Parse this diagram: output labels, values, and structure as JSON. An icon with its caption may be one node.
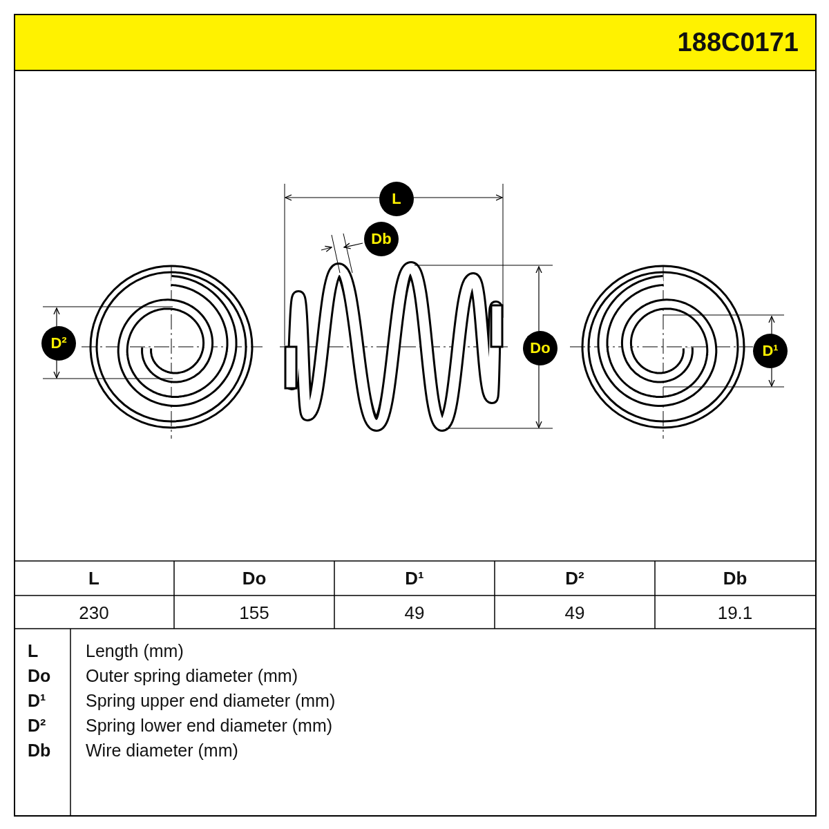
{
  "diagram": {
    "title": "188C0171",
    "labels": [
      "L",
      "Db",
      "D²",
      "Do",
      "D¹",
      "L",
      "Do",
      "D¹",
      "D²",
      "Db",
      "230",
      "155",
      "49",
      "49",
      "19.1",
      "L",
      "Length (mm)",
      "Do",
      "Outer spring diameter (mm)",
      "D¹",
      "Spring upper end diameter (mm)",
      "D²",
      "Spring lower end diameter (mm)",
      "Db",
      "Wire diameter (mm)"
    ]
  }
}
